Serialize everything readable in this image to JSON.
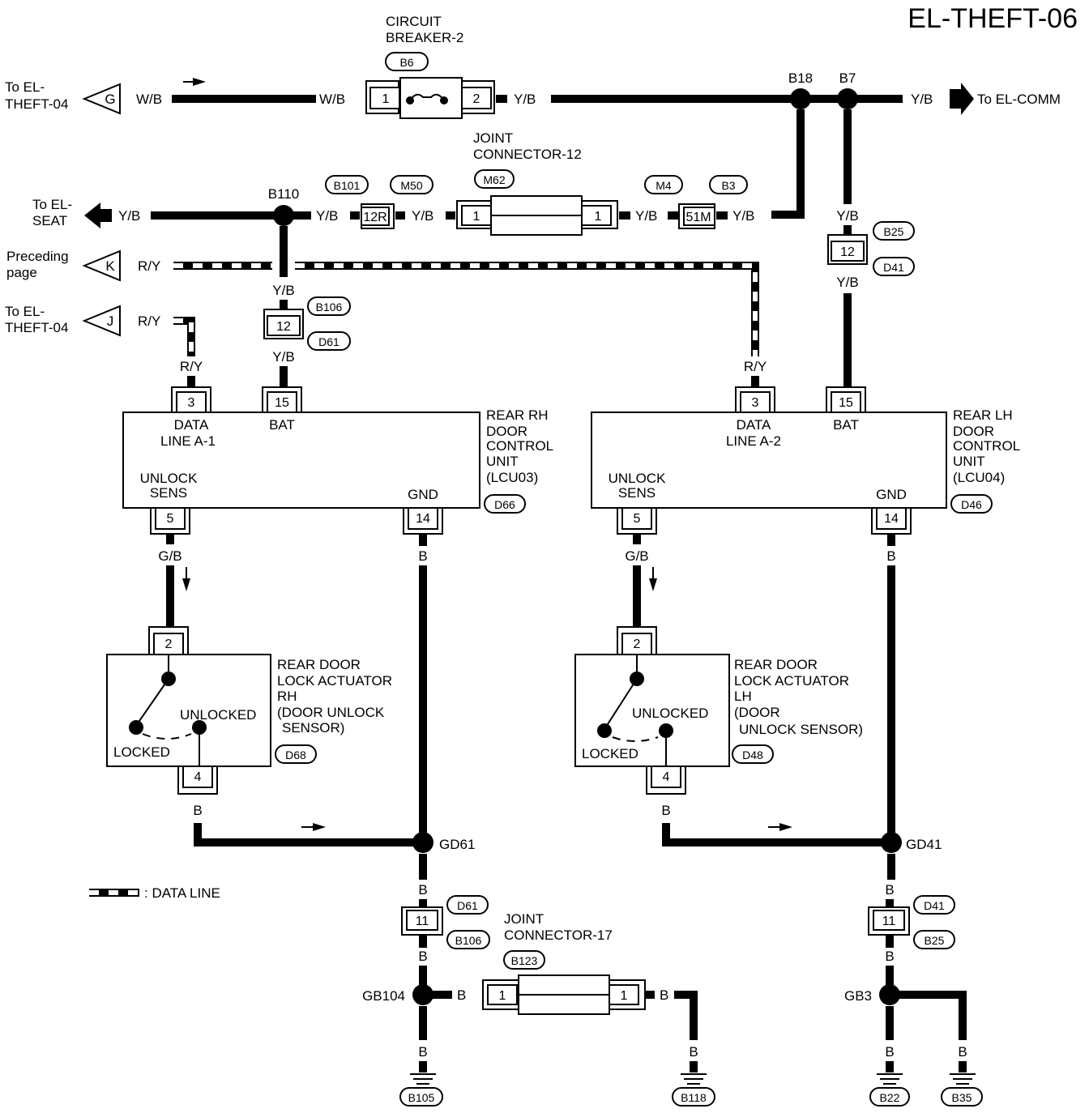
{
  "title": "EL-THEFT-06",
  "labels": {
    "cb_name": "CIRCUIT",
    "cb_name2": "BREAKER-2",
    "jc12": "JOINT",
    "jc12b": "CONNECTOR-12",
    "jc17": "JOINT",
    "jc17b": "CONNECTOR-17",
    "to_theft04_a": "To EL-",
    "to_theft04_b": "THEFT-04",
    "to_comm": "To EL-COMM",
    "to_seat_a": "To EL-",
    "to_seat_b": "SEAT",
    "prec_a": "Preceding",
    "prec_b": "page",
    "to_theft04j_a": "To EL-",
    "to_theft04j_b": "THEFT-04",
    "legend": ": DATA LINE"
  },
  "arrows": {
    "g": "G",
    "k": "K",
    "j": "J"
  },
  "wires": {
    "wb": "W/B",
    "yb": "Y/B",
    "ry": "R/Y",
    "gb": "G/B",
    "b": "B"
  },
  "pins": {
    "p1": "1",
    "p2": "2",
    "p3": "3",
    "p4": "4",
    "p5": "5",
    "p11": "11",
    "p12": "12",
    "p14": "14",
    "p15": "15",
    "p12r": "12R",
    "p51m": "51M"
  },
  "tags": {
    "b6": "B6",
    "b18": "B18",
    "b7": "B7",
    "b110": "B110",
    "b101": "B101",
    "m50": "M50",
    "m62": "M62",
    "m4": "M4",
    "b3": "B3",
    "b25": "B25",
    "d41": "D41",
    "b106": "B106",
    "d61": "D61",
    "d66": "D66",
    "d46": "D46",
    "d68": "D68",
    "d48": "D48",
    "gd61": "GD61",
    "gd41": "GD41",
    "b123": "B123",
    "gb104": "GB104",
    "gb3": "GB3",
    "b105": "B105",
    "b118": "B118",
    "b22": "B22",
    "b35": "B35"
  },
  "units": {
    "rh": {
      "name1": "REAR RH",
      "name2": "DOOR",
      "name3": "CONTROL",
      "name4": "UNIT",
      "name5": "(LCU03)",
      "data1": "DATA",
      "data2": "LINE A-1",
      "bat": "BAT",
      "unlock1": "UNLOCK",
      "unlock2": "SENS",
      "gnd": "GND"
    },
    "lh": {
      "name1": "REAR LH",
      "name2": "DOOR",
      "name3": "CONTROL",
      "name4": "UNIT",
      "name5": "(LCU04)",
      "data1": "DATA",
      "data2": "LINE A-2",
      "bat": "BAT",
      "unlock1": "UNLOCK",
      "unlock2": "SENS",
      "gnd": "GND"
    }
  },
  "actuators": {
    "rh": {
      "n1": "REAR DOOR",
      "n2": "LOCK ACTUATOR",
      "n3": "RH",
      "n4": "(DOOR UNLOCK",
      "n5": "SENSOR)",
      "unlocked": "UNLOCKED",
      "locked": "LOCKED"
    },
    "lh": {
      "n1": "REAR DOOR",
      "n2": "LOCK ACTUATOR",
      "n3": "LH",
      "n4": "(DOOR",
      "n5": "UNLOCK SENSOR)",
      "unlocked": "UNLOCKED",
      "locked": "LOCKED"
    }
  }
}
